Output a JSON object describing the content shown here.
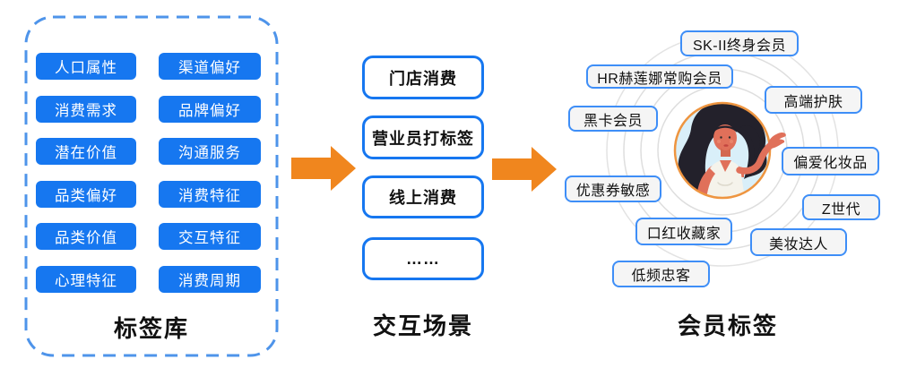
{
  "colors": {
    "primary_blue": "#1677F0",
    "dashed_border_blue": "#4E94EA",
    "tag_border_blue": "#3E8EF7",
    "tag_fill_gray": "#F5F5F5",
    "arrow_orange": "#F0861E",
    "avatar_ring_orange": "#EE9540",
    "avatar_bg_blue": "#D9EFF9",
    "ring_gray": "#DEDEDE"
  },
  "icons": {
    "flow_arrow": "block-arrow-right",
    "avatar": "woman-illustration"
  },
  "tag_library": {
    "title": "标签库",
    "tags": [
      "人口属性",
      "渠道偏好",
      "消费需求",
      "品牌偏好",
      "潜在价值",
      "沟通服务",
      "品类偏好",
      "消费特征",
      "品类价值",
      "交互特征",
      "心理特征",
      "消费周期"
    ]
  },
  "interaction_scenes": {
    "title": "交互场景",
    "items": [
      "门店消费",
      "营业员打标签",
      "线上消费",
      "……"
    ]
  },
  "member_tags": {
    "title": "会员标签",
    "tags": [
      "SK-II终身会员",
      "HR赫莲娜常购会员",
      "高端护肤",
      "黑卡会员",
      "偏爱化妆品",
      "优惠券敏感",
      "Z世代",
      "口红收藏家",
      "美妆达人",
      "低频忠客"
    ]
  }
}
